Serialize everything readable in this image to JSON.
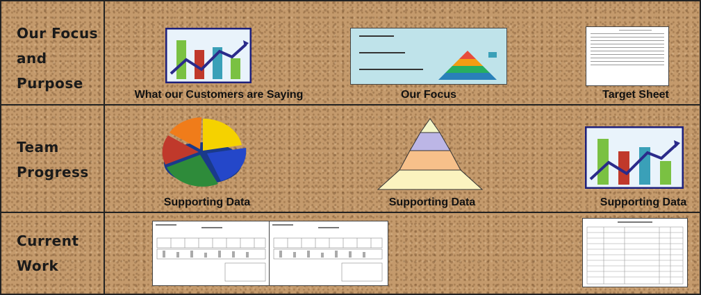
{
  "rows": [
    {
      "label_lines": [
        "Our Focus",
        "and",
        "Purpose"
      ]
    },
    {
      "label_lines": [
        "Team",
        "Progress"
      ]
    },
    {
      "label_lines": [
        "Current",
        "Work"
      ]
    }
  ],
  "captions": {
    "customers": "What our Customers are Saying",
    "focus": "Our Focus",
    "target": "Target Sheet",
    "support1": "Supporting Data",
    "support2": "Supporting Data",
    "support3": "Supporting Data"
  },
  "colors": {
    "cork": "#c49a6c",
    "grid_line": "#222222",
    "chart_frame": "#1d1f7a",
    "bar_green": "#7ac142",
    "bar_red": "#c0392b",
    "bar_teal": "#3aa0b8",
    "trend_line": "#2a2a8a",
    "pyramid_top": "#f3f5c8",
    "pyramid_mid": "#bcb6e6",
    "pyramid_lower": "#f7c08a",
    "pyramid_base": "#fbf3bf"
  }
}
